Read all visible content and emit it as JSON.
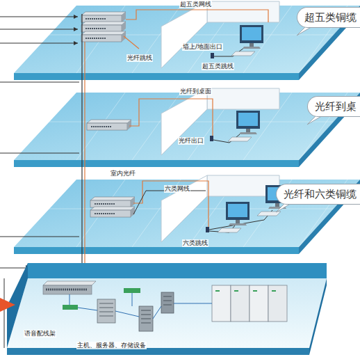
{
  "diagram": {
    "nodes": [
      {
        "text": [
          "超五类铜缆"
        ]
      },
      {
        "text": [
          "光纤到桌"
        ]
      },
      {
        "text": [
          "光纤和六类铜缆"
        ]
      }
    ],
    "labels": [
      "超五类网线",
      "光纤跳线",
      "墙上/地面出口",
      "超五类跳线",
      "光纤到桌面",
      "光纤出口",
      "室内光纤",
      "六类网线",
      "六类跳线",
      "语音配线架",
      "主机、服务器、存储设备"
    ]
  }
}
